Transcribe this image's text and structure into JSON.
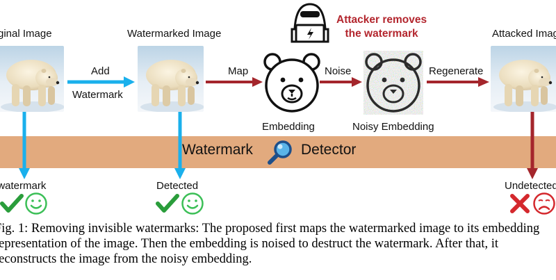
{
  "labels": {
    "original_image": "Original Image",
    "watermarked_image": "Watermarked Image",
    "attacked_image": "Attacked Image",
    "add": "Add",
    "watermark_arrow": "Watermark",
    "map": "Map",
    "noise": "Noise",
    "regenerate": "Regenerate",
    "embedding": "Embedding",
    "noisy_embedding": "Noisy Embedding",
    "attacker_line1": "Attacker removes",
    "attacker_line2": "the watermark",
    "detector_left": "Watermark",
    "detector_right": "Detector",
    "result_original": "No watermark",
    "result_watermarked": "Detected",
    "result_attacked": "Undetected"
  },
  "caption": {
    "line1": "Fig. 1: Removing invisible watermarks: The proposed first maps the watermarked image to its embedding",
    "line2": "representation of the image. Then the embedding is noised to destruct the watermark. After that, it",
    "line3": "reconstructs the image from the noisy embedding."
  },
  "colors": {
    "blue_arrow": "#1ab0ec",
    "red_arrow": "#a4262c",
    "detector_bar": "#e2aa7e",
    "check_green": "#2a9d3b",
    "smile_green": "#3cbf57",
    "cross_red": "#d4282d",
    "attacker_red": "#b3262e"
  },
  "icons": [
    "polar-bear-photo",
    "bear-embedding-icon",
    "noisy-bear-icon",
    "hacker-icon",
    "magnifier-icon",
    "check-icon",
    "smile-icon",
    "cross-icon",
    "sad-icon"
  ]
}
